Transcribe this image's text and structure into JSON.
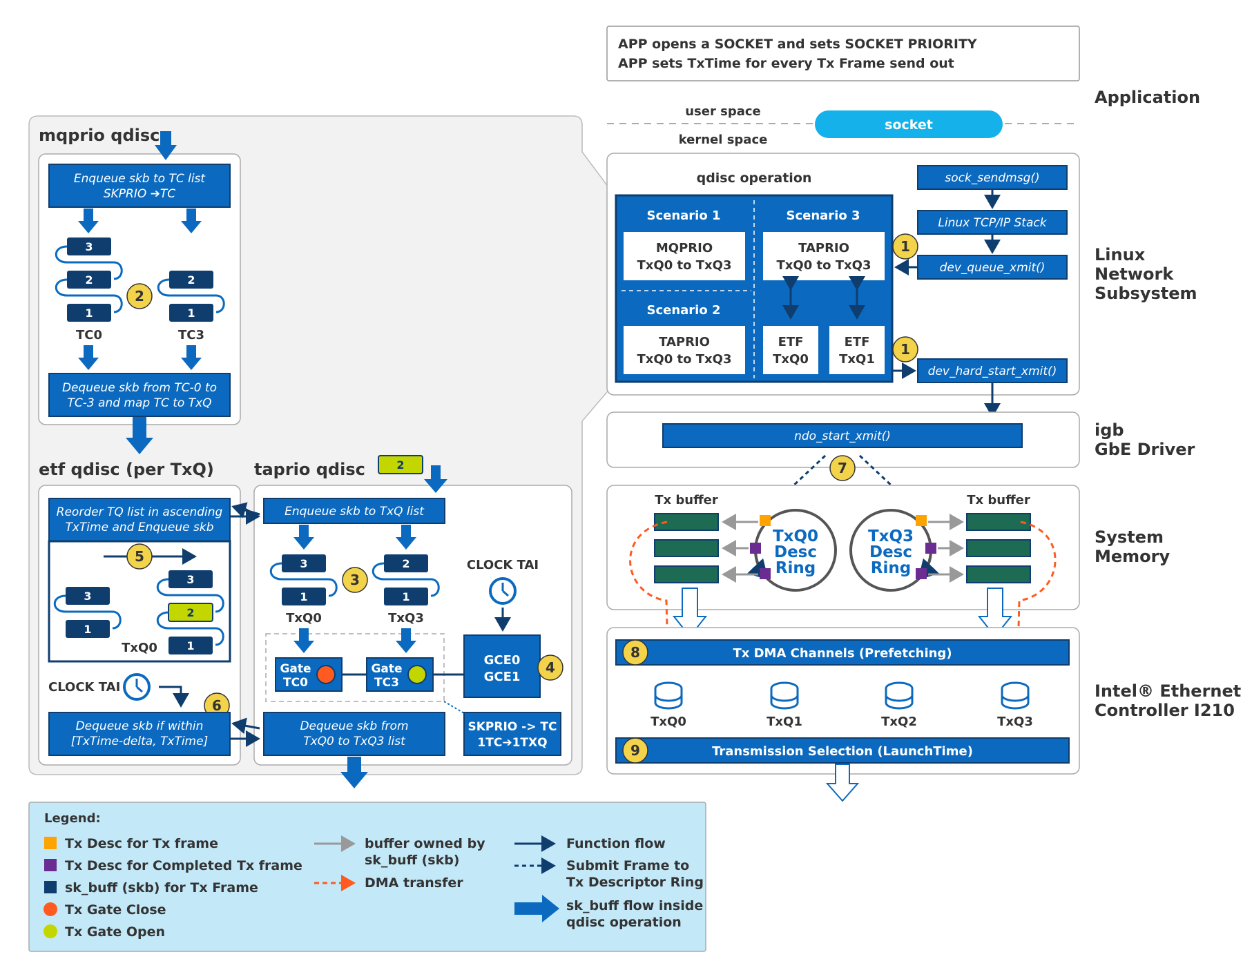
{
  "app": {
    "line1": "APP opens a SOCKET and sets SOCKET PRIORITY",
    "line2": "APP sets TxTime for every Tx Frame send out"
  },
  "layers": {
    "application": "Application",
    "linux1": "Linux",
    "linux2": "Network",
    "linux3": "Subsystem",
    "igb1": "igb",
    "igb2": "GbE Driver",
    "sysmem1": "System",
    "sysmem2": "Memory",
    "intel1": "Intel® Ethernet",
    "intel2": "Controller I210"
  },
  "space": {
    "user": "user space",
    "kernel": "kernel space",
    "socket": "socket"
  },
  "mqprio": {
    "title": "mqprio qdisc",
    "enq1": "Enqueue skb to TC list",
    "enq2": "SKPRIO ➔TC",
    "deq1": "Dequeue skb from TC-0 to",
    "deq2": "TC-3 and map TC to TxQ",
    "tc0": "TC0",
    "tc3": "TC3",
    "s3": "3",
    "s2": "2",
    "s1": "1",
    "badge": "2"
  },
  "etf": {
    "title": "etf qdisc (per TxQ)",
    "reorder1": "Reorder TQ list in ascending",
    "reorder2": "TxTime and Enqueue skb",
    "badge5": "5",
    "q3": "3",
    "q1": "1",
    "r3": "3",
    "r2": "2",
    "r1": "1",
    "txq0": "TxQ0",
    "clock": "CLOCK TAI",
    "badge6": "6",
    "deq1": "Dequeue skb if within",
    "deq2": "[TxTime-delta, TxTime]"
  },
  "taprio": {
    "title": "taprio qdisc",
    "in_badge": "2",
    "enq": "Enqueue skb to TxQ list",
    "a3": "3",
    "a1": "1",
    "b2": "2",
    "b1": "1",
    "badge3": "3",
    "txq0": "TxQ0",
    "txq3": "TxQ3",
    "clock": "CLOCK TAI",
    "gate1a": "Gate",
    "gate1b": "TC0",
    "gate2a": "Gate",
    "gate2b": "TC3",
    "gce0": "GCE0",
    "gce1": "GCE1",
    "badge4": "4",
    "deq1": "Dequeue skb from",
    "deq2": "TxQ0 to TxQ3 list",
    "map1": "SKPRIO -> TC",
    "map2": "1TC➔1TXQ"
  },
  "qdisc_op": {
    "title": "qdisc operation",
    "sc1": "Scenario 1",
    "sc3": "Scenario 3",
    "sc2": "Scenario 2",
    "mq1": "MQPRIO",
    "mq2": "TxQ0 to TxQ3",
    "ta1": "TAPRIO",
    "ta2": "TxQ0 to TxQ3",
    "tb1": "TAPRIO",
    "tb2": "TxQ0 to TxQ3",
    "etf0a": "ETF",
    "etf0b": "TxQ0",
    "etf1a": "ETF",
    "etf1b": "TxQ1"
  },
  "stack": {
    "sendmsg": "sock_sendmsg()",
    "tcpip": "Linux TCP/IP Stack",
    "queue": "dev_queue_xmit()",
    "hard": "dev_hard_start_xmit()",
    "badge1": "1",
    "badge1b": "1"
  },
  "driver": {
    "ndo": "ndo_start_xmit()",
    "badge7": "7"
  },
  "memory": {
    "txbuf_l": "Tx buffer",
    "txbuf_r": "Tx buffer",
    "ring0a": "TxQ0",
    "ring0b": "Desc",
    "ring0c": "Ring",
    "ring3a": "TxQ3",
    "ring3b": "Desc",
    "ring3c": "Ring"
  },
  "controller": {
    "dma": "Tx DMA Channels (Prefetching)",
    "badge8": "8",
    "queues": [
      "TxQ0",
      "TxQ1",
      "TxQ2",
      "TxQ3"
    ],
    "sel": "Transmission Selection (LaunchTime)",
    "badge9": "9"
  },
  "legend": {
    "title": "Legend:",
    "i1": "Tx Desc for Tx frame",
    "i2": "Tx Desc for Completed Tx frame",
    "i3": "sk_buff (skb) for Tx Frame",
    "i4": "Tx Gate Close",
    "i5": "Tx Gate Open",
    "b1": "buffer owned by",
    "b2": "sk_buff (skb)",
    "dma": "DMA transfer",
    "ff": "Function flow",
    "sf1": "Submit Frame to",
    "sf2": "Tx Descriptor Ring",
    "sk1": "sk_buff flow inside",
    "sk2": "qdisc operation"
  },
  "colors": {
    "blue": "#0b6abf",
    "navy": "#0e3d6e",
    "yellow": "#f3d34a",
    "orange": "#ffa300",
    "purple": "#6a2c91",
    "green": "#1d6b52",
    "red": "#ff5a1f",
    "lime": "#c4d600",
    "cyan": "#14b1ea",
    "legendbg": "#c3e8f8",
    "panel": "#f2f2f2"
  }
}
